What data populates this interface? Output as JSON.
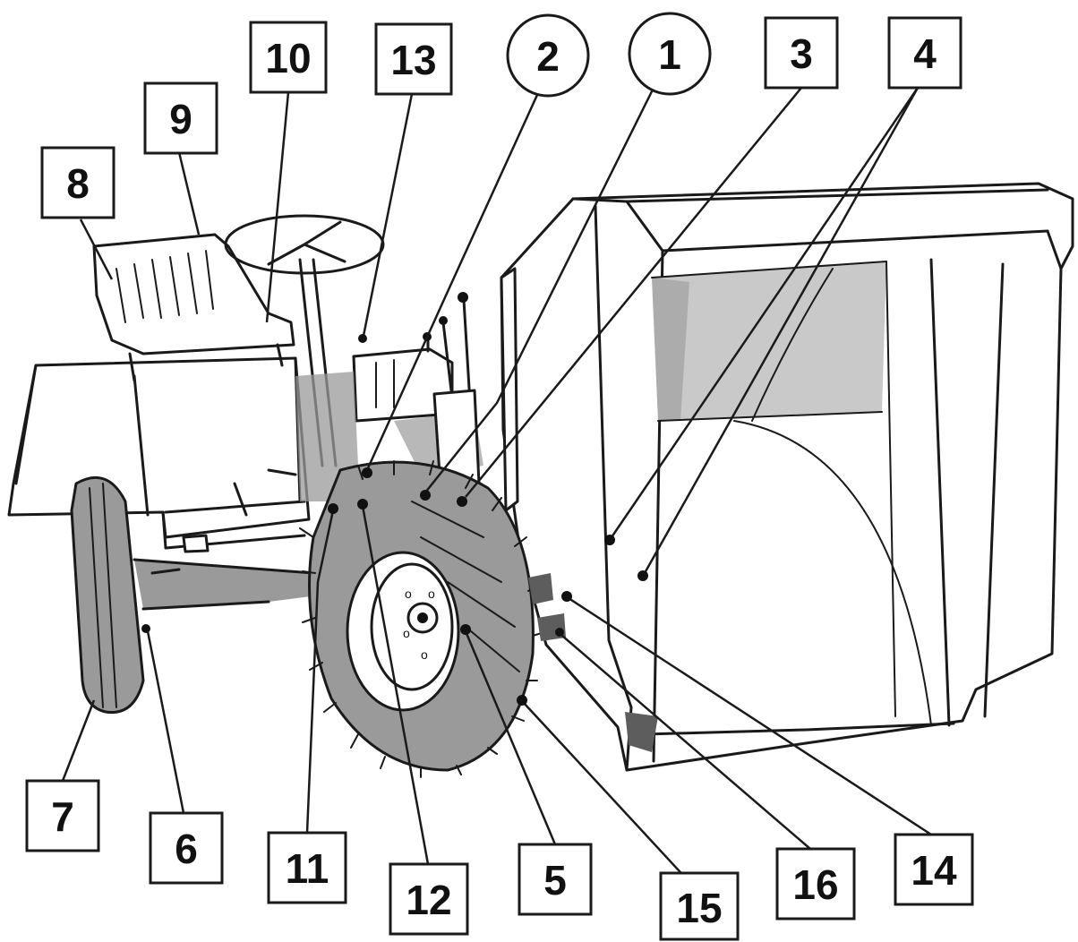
{
  "callouts": [
    {
      "id": "c1",
      "label": "1",
      "shape": "circle"
    },
    {
      "id": "c2",
      "label": "2",
      "shape": "circle"
    },
    {
      "id": "c3",
      "label": "3",
      "shape": "box"
    },
    {
      "id": "c4",
      "label": "4",
      "shape": "box"
    },
    {
      "id": "c5",
      "label": "5",
      "shape": "box"
    },
    {
      "id": "c6",
      "label": "6",
      "shape": "box"
    },
    {
      "id": "c7",
      "label": "7",
      "shape": "box"
    },
    {
      "id": "c8",
      "label": "8",
      "shape": "box"
    },
    {
      "id": "c9",
      "label": "9",
      "shape": "box"
    },
    {
      "id": "c10",
      "label": "10",
      "shape": "box"
    },
    {
      "id": "c11",
      "label": "11",
      "shape": "box"
    },
    {
      "id": "c12",
      "label": "12",
      "shape": "box"
    },
    {
      "id": "c13",
      "label": "13",
      "shape": "box"
    },
    {
      "id": "c14",
      "label": "14",
      "shape": "box"
    },
    {
      "id": "c15",
      "label": "15",
      "shape": "box"
    },
    {
      "id": "c16",
      "label": "16",
      "shape": "box"
    }
  ],
  "colors": {
    "ink": "#1a1a1a",
    "shading": "#9a9a9a",
    "paper": "#ffffff"
  }
}
